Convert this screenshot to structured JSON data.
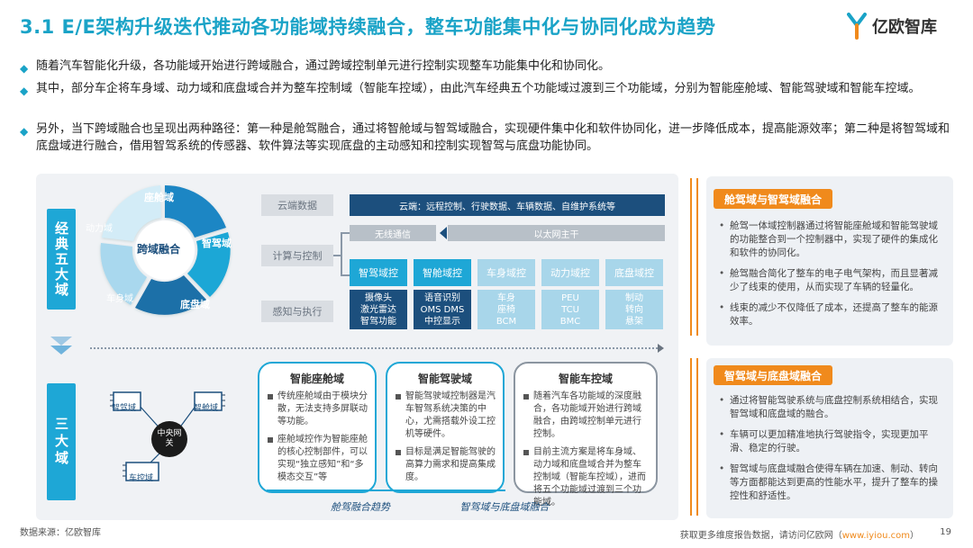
{
  "header": {
    "title": "3.1 E/E架构升级迭代推动各功能域持续融合，整车功能集中化与协同化成为趋势",
    "logo_text": "亿欧智库",
    "accent_color": "#1aa3c7"
  },
  "bullets": [
    "随着汽车智能化升级，各功能域开始进行跨域融合，通过跨域控制单元进行控制实现整车功能集中化和协同化。",
    "其中，部分车企将车身域、动力域和底盘域合并为整车控制域（智能车控域），由此汽车经典五个功能域过渡到三个功能域，分别为智能座舱域、智能驾驶域和智能车控域。",
    "另外，当下跨域融合也呈现出两种路径：第一种是舱驾融合，通过将智舱域与智驾域融合，实现硬件集中化和软件协同化，进一步降低成本，提高能源效率；第二种是将智驾域和底盘域进行融合，借用智驾系统的传感器、软件算法等实现底盘的主动感知和控制实现智驾与底盘功能协同。"
  ],
  "five_domains": {
    "side_label": "经典五大域",
    "center": "跨域融合",
    "segments": [
      "座舱域",
      "智驾域",
      "底盘域",
      "车身域",
      "动力域"
    ]
  },
  "architecture": {
    "rows": [
      "云端数据",
      "计算与控制",
      "感知与执行"
    ],
    "cloud_bar": "云端：远程控制、行驶数据、车辆数据、自维护系统等",
    "comm_left": "无线通信",
    "comm_right": "以太网主干",
    "domains": [
      {
        "name": "智驾域控",
        "sub": [
          "摄像头",
          "激光雷达",
          "智驾功能"
        ],
        "active": true
      },
      {
        "name": "智舱域控",
        "sub": [
          "语音识别",
          "OMS DMS",
          "中控显示"
        ],
        "active": true
      },
      {
        "name": "车身域控",
        "sub": [
          "车身",
          "座椅",
          "BCM"
        ],
        "active": false
      },
      {
        "name": "动力域控",
        "sub": [
          "PEU",
          "TCU",
          "BMC"
        ],
        "active": false
      },
      {
        "name": "底盘域控",
        "sub": [
          "制动",
          "转向",
          "悬架"
        ],
        "active": false
      }
    ]
  },
  "three_domains": {
    "side_label": "三大域",
    "chips": [
      "智驾域",
      "智舱域",
      "车控域"
    ],
    "central_gateway": "中央网关",
    "cards": [
      {
        "title": "智能座舱域",
        "items": [
          "传统座舱域由于模块分散，无法支持多屏联动等功能。",
          "座舱域控作为智能座舱的核心控制部件，可以实现“独立感知”和“多模态交互”等"
        ]
      },
      {
        "title": "智能驾驶域",
        "items": [
          "智能驾驶域控制器是汽车智驾系统决策的中心，尤需搭载外设工控机等硬件。",
          "目标是满足智能驾驶的高算力需求和提高集成度。"
        ]
      },
      {
        "title": "智能车控域",
        "items": [
          "随着汽车各功能域的深度融合，各功能域开始进行跨域融合，由跨域控制单元进行控制。",
          "目前主流方案是将车身域、动力域和底盘域合并为整车控制域（智能车控域），进而将五个功能域过渡到三个功能域。"
        ]
      }
    ],
    "paths": [
      "舱驾融合趋势",
      "智驾域与底盘域融合"
    ]
  },
  "right_boxes": [
    {
      "title": "舱驾域与智驾域融合",
      "items": [
        "舱驾一体域控制器通过将智能座舱域和智能驾驶域的功能整合到一个控制器中，实现了硬件的集成化和软件的协同化。",
        "舱驾融合简化了整车的电子电气架构，而且显著减少了线束的使用，从而实现了车辆的轻量化。",
        "线束的减少不仅降低了成本，还提高了整车的能源效率。"
      ]
    },
    {
      "title": "智驾域与底盘域融合",
      "items": [
        "通过将智能驾驶系统与底盘控制系统相结合，实现智驾域和底盘域的融合。",
        "车辆可以更加精准地执行驾驶指令，实现更加平滑、稳定的行驶。",
        "智驾域与底盘域融合使得车辆在加速、制动、转向等方面都能达到更高的性能水平，提升了整车的操控性和舒适性。"
      ]
    }
  ],
  "footer": {
    "source": "数据来源：亿欧智库",
    "more": "获取更多维度报告数据，请访问亿欧网（",
    "url": "www.iyiou.com",
    "close": "）",
    "page": "19"
  }
}
